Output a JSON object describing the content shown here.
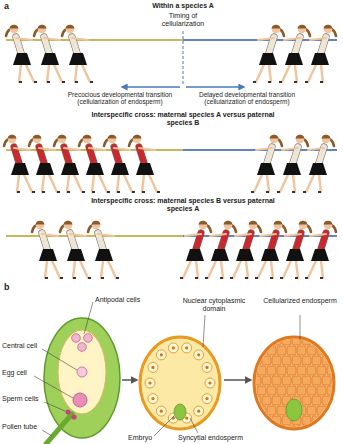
{
  "diagram": {
    "labels": [
      "a",
      "Within a species A",
      "Timing of cellularization",
      "Precocious developmental transition (cellularization of endosperm)",
      "Delayed developmental transition (cellularization of endosperm)",
      "Interspecific cross: maternal species A versus paternal species B",
      "Interspecific cross: maternal species B versus paternal species A",
      "b",
      "Antipodal cells",
      "Central cell",
      "Egg cell",
      "Sperm cells",
      "Pollen tube",
      "Nuclear cytoplasmic domain",
      "Embryo",
      "Syncytial endosperm",
      "Cellularized endosperm"
    ]
  }
}
